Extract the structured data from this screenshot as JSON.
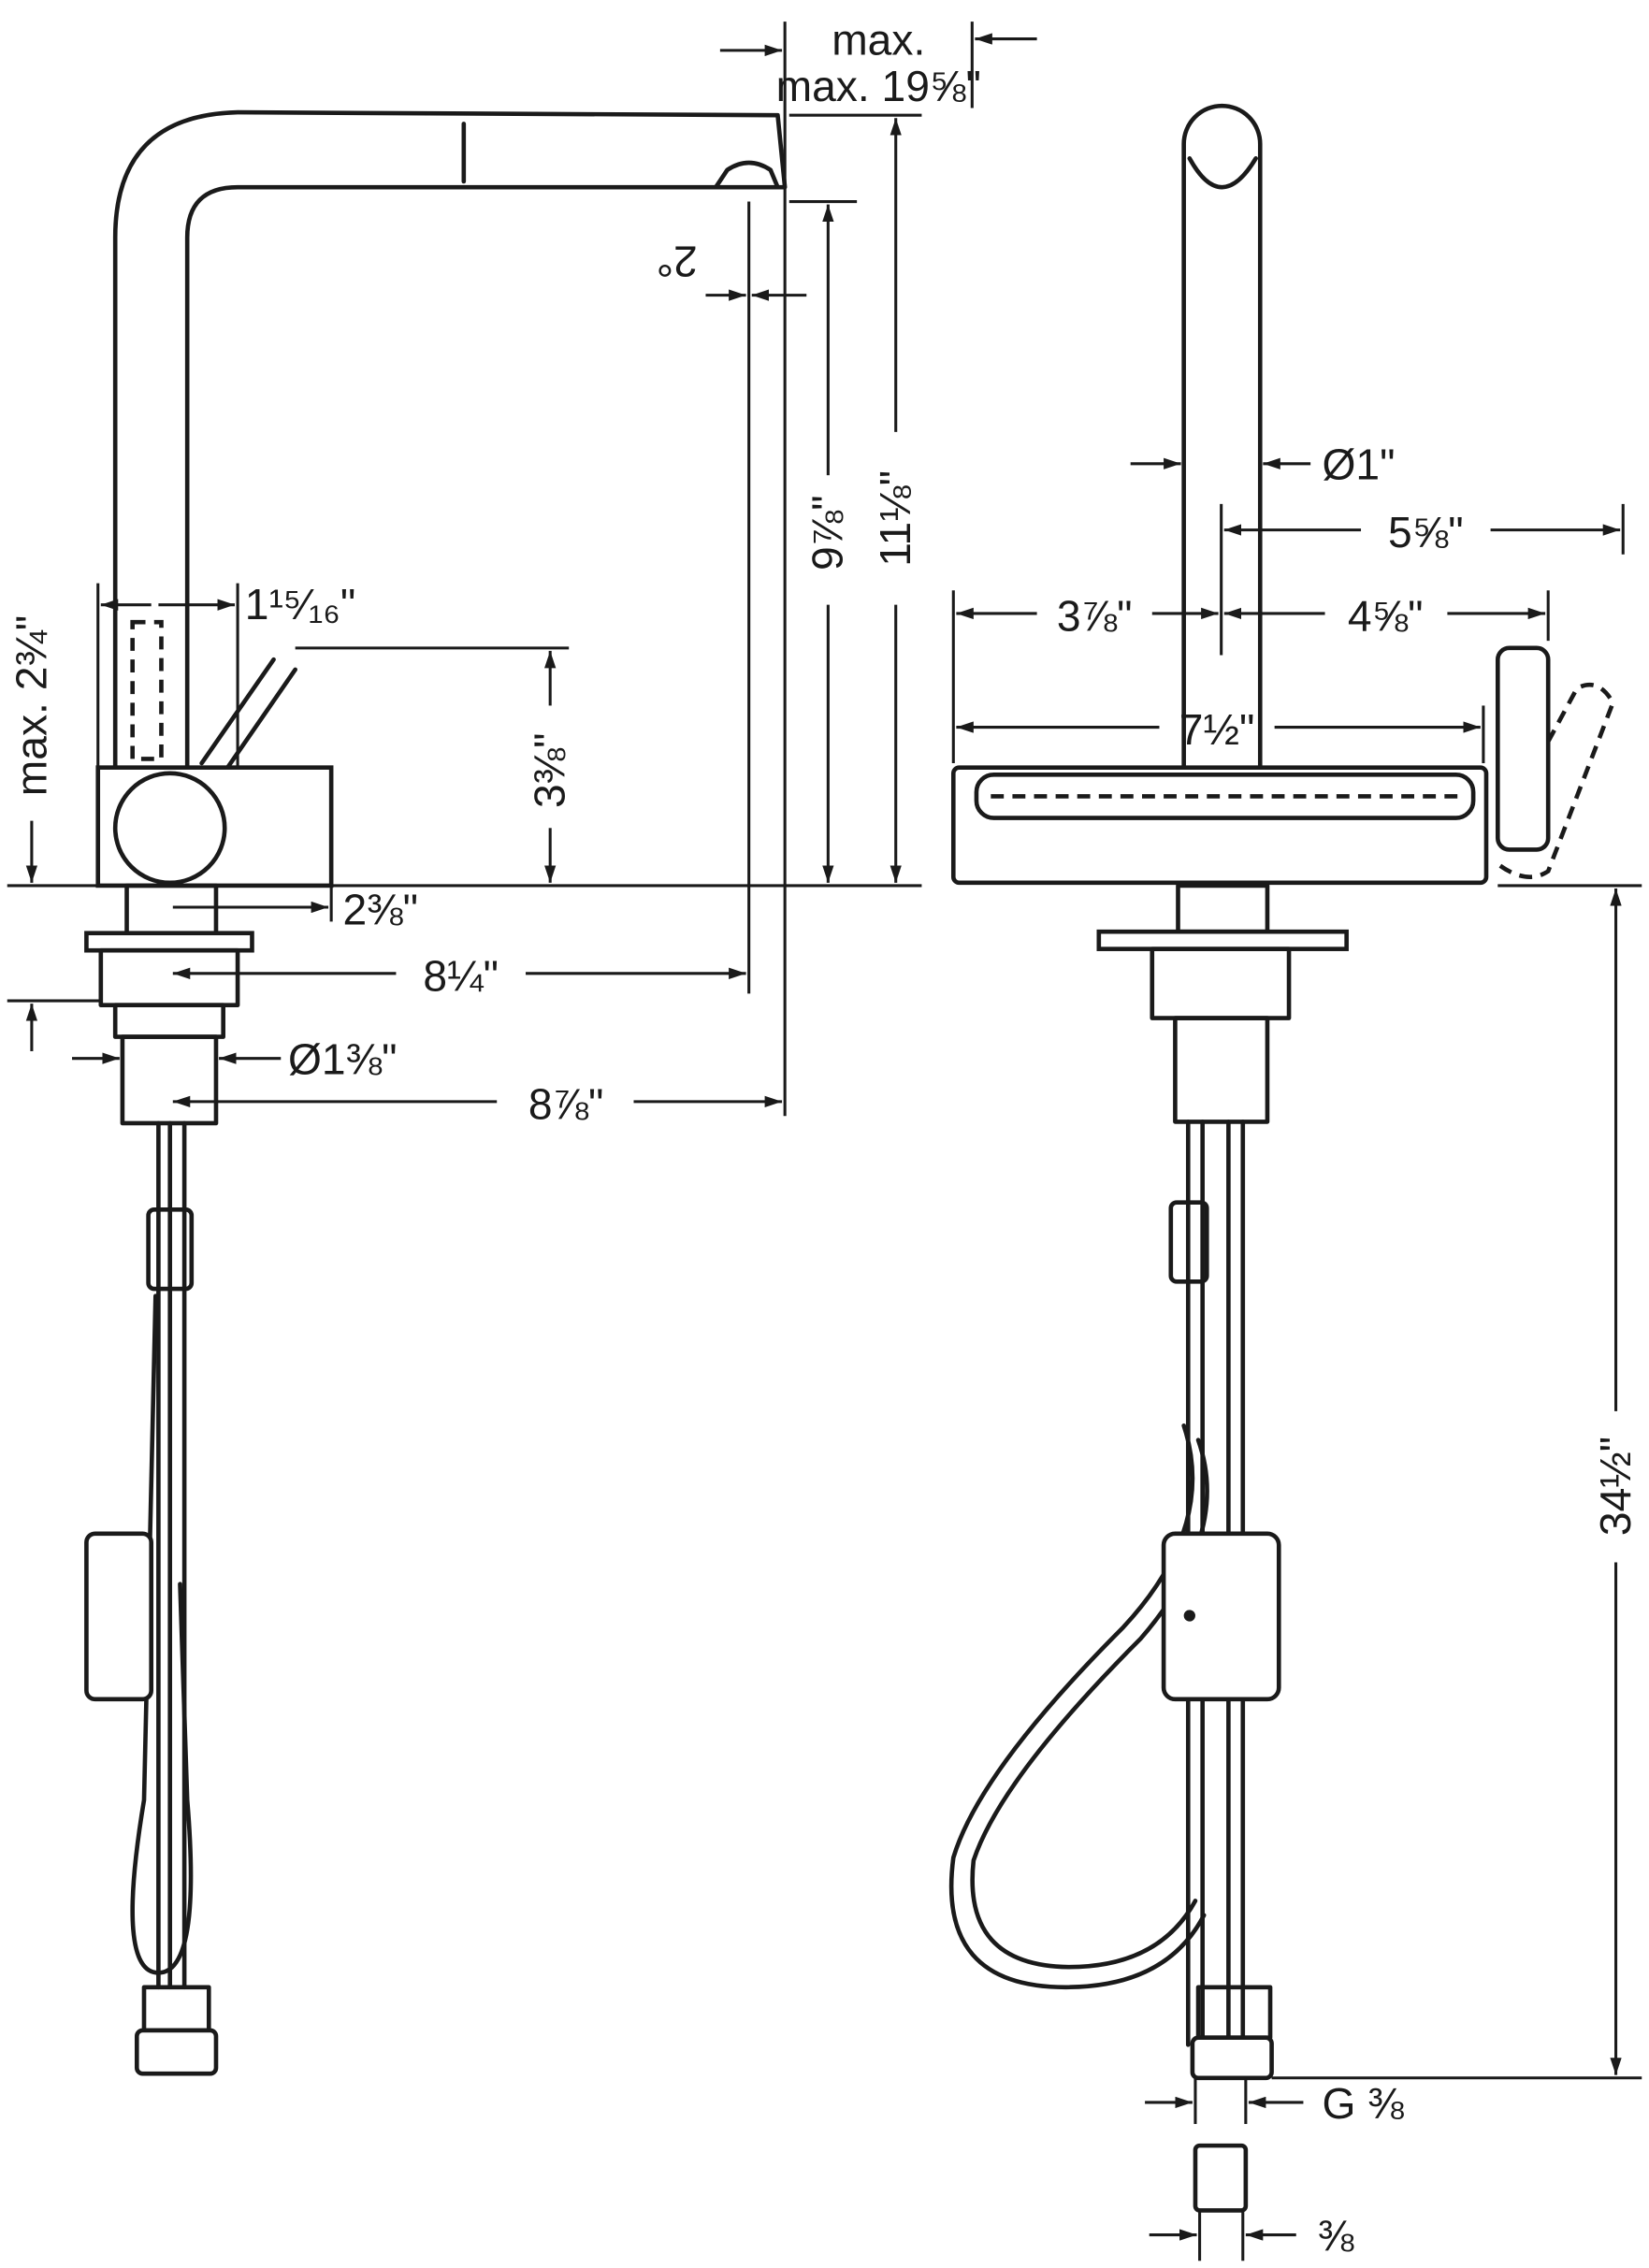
{
  "drawing": {
    "side_view": {
      "spout_reach": "max. 19⅝\"",
      "spout_angle": "2°",
      "total_height": "11⅛\"",
      "spout_height": "9⅞\"",
      "spout_tube_offset": "1¹⁵⁄₁₆\"",
      "max_deck_thickness": "max. 2¾\"",
      "lever_height": "3⅜\"",
      "body_depth": "2⅜\"",
      "aerator_reach": "8¼\"",
      "mount_hole_diameter": "Ø1⅜\"",
      "outer_reach": "8⅞\""
    },
    "front_view": {
      "tube_diameter": "Ø1\"",
      "handle_offset": "5⅝\"",
      "left_extent": "3⅞\"",
      "right_extent": "4⅝\"",
      "spray_head_width": "7½\"",
      "below_deck_length": "34½\"",
      "connection_thread": "G ⅜",
      "adapter_thread": "⅜"
    }
  }
}
